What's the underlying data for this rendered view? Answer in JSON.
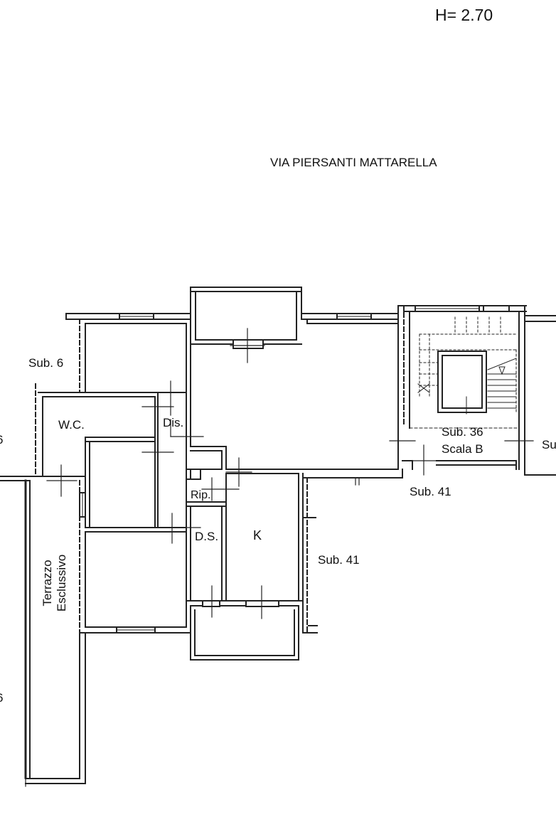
{
  "header": {
    "height_note": "H= 2.70"
  },
  "street": {
    "name": "VIA PIERSANTI MATTARELLA"
  },
  "rooms": {
    "wc": "W.C.",
    "dis": "Dis.",
    "rip": "Rip.",
    "ds": "D.S.",
    "k": "K"
  },
  "terrace": {
    "line1": "Terrazzo",
    "line2": "Esclussivo"
  },
  "adjacent": {
    "sub6": "Sub. 6",
    "sub36": "Sub. 36",
    "scala": "Scala B",
    "sub41_top": "Sub. 41",
    "sub41_side": "Sub. 41",
    "sub_cut_right": "Su",
    "left_cut_1": "6",
    "left_cut_2": "6"
  }
}
